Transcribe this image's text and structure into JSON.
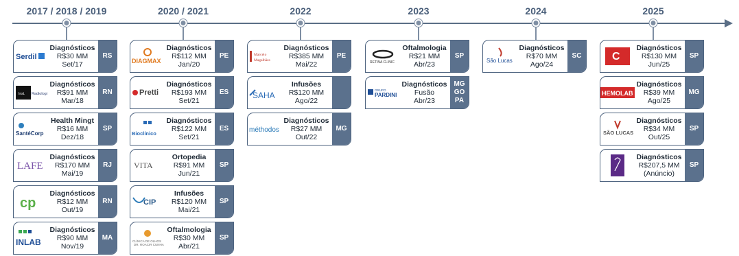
{
  "periods": [
    {
      "label": "2017 / 2018 / 2019"
    },
    {
      "label": "2020 / 2021"
    },
    {
      "label": "2022"
    },
    {
      "label": "2023"
    },
    {
      "label": "2024"
    },
    {
      "label": "2025"
    }
  ],
  "columns": [
    {
      "cards": [
        {
          "logo": "Serdil",
          "sector": "Diagnósticos",
          "value": "R$30 MM",
          "date": "Set/17",
          "state": [
            "RS"
          ]
        },
        {
          "logo": "Instituto de Radiologia",
          "sector": "Diagnósticos",
          "value": "R$91 MM",
          "date": "Mar/18",
          "state": [
            "RN"
          ]
        },
        {
          "logo": "SantéCorp",
          "sector": "Health Mingt",
          "value": "R$16 MM",
          "date": "Dez/18",
          "state": [
            "SP"
          ]
        },
        {
          "logo": "LAFE",
          "sector": "Diagnósticos",
          "value": "R$170 MM",
          "date": "Mai/19",
          "state": [
            "RJ"
          ]
        },
        {
          "logo": "CP",
          "sector": "Diagnósticos",
          "value": "R$12 MM",
          "date": "Out/19",
          "state": [
            "RN"
          ]
        },
        {
          "logo": "INLAB",
          "sector": "Diagnósticos",
          "value": "R$90 MM",
          "date": "Nov/19",
          "state": [
            "MA"
          ]
        }
      ]
    },
    {
      "cards": [
        {
          "logo": "DIAGMAX",
          "sector": "Diagnósticos",
          "value": "R$112 MM",
          "date": "Jan/20",
          "state": [
            "PE"
          ]
        },
        {
          "logo": "Pretti",
          "sector": "Diagnósticos",
          "value": "R$193 MM",
          "date": "Set/21",
          "state": [
            "ES"
          ]
        },
        {
          "logo": "Biolclínico",
          "sector": "Diagnósticos",
          "value": "R$122 MM",
          "date": "Set/21",
          "state": [
            "ES"
          ]
        },
        {
          "logo": "VITA",
          "sector": "Ortopedia",
          "value": "R$91 MM",
          "date": "Jun/21",
          "state": [
            "SP"
          ]
        },
        {
          "logo": "CIP",
          "sector": "Infusões",
          "value": "R$120 MM",
          "date": "Mai/21",
          "state": [
            "SP"
          ]
        },
        {
          "logo": "Dr. Roacir Cunha",
          "sector": "Oftalmologia",
          "value": "R$30 MM",
          "date": "Abr/21",
          "state": [
            "SP"
          ]
        }
      ]
    },
    {
      "cards": [
        {
          "logo": "Marcelo Magalhães",
          "sector": "Diagnósticos",
          "value": "R$385 MM",
          "date": "Mai/22",
          "state": [
            "PE"
          ]
        },
        {
          "logo": "SAHA",
          "sector": "Infusões",
          "value": "R$120 MM",
          "date": "Ago/22",
          "state": [
            ""
          ]
        },
        {
          "logo": "Méthodos",
          "sector": "Diagnósticos",
          "value": "R$27 MM",
          "date": "Out/22",
          "state": [
            "MG"
          ]
        }
      ]
    },
    {
      "cards": [
        {
          "logo": "Retina Clinic",
          "sector": "Oftalmologia",
          "value": "R$21 MM",
          "date": "Abr/23",
          "state": [
            "SP"
          ]
        },
        {
          "logo": "PARDINI",
          "sector": "Diagnósticos",
          "value": "Fusão",
          "date": "Abr/23",
          "state": [
            "MG",
            "GO",
            "PA"
          ]
        }
      ]
    },
    {
      "cards": [
        {
          "logo": "São Lucas",
          "sector": "Diagnósticos",
          "value": "R$70 MM",
          "date": "Ago/24",
          "state": [
            "SC"
          ]
        }
      ]
    },
    {
      "cards": [
        {
          "logo": "Confiance",
          "sector": "Diagnósticos",
          "value": "R$130 MM",
          "date": "Jun/25",
          "state": [
            "SP"
          ]
        },
        {
          "logo": "HEMOLAB",
          "sector": "Diagnósticos",
          "value": "R$39 MM",
          "date": "Ago/25",
          "state": [
            "MG"
          ]
        },
        {
          "logo": "SÃO LUCAS",
          "sector": "Diagnósticos",
          "value": "R$34 MM",
          "date": "Out/25",
          "state": [
            "SP"
          ]
        },
        {
          "logo": "Fêmme",
          "sector": "Diagnósticos",
          "value": "R$207,5 MM",
          "date": "(Anúncio)",
          "state": [
            "SP"
          ]
        }
      ]
    }
  ]
}
